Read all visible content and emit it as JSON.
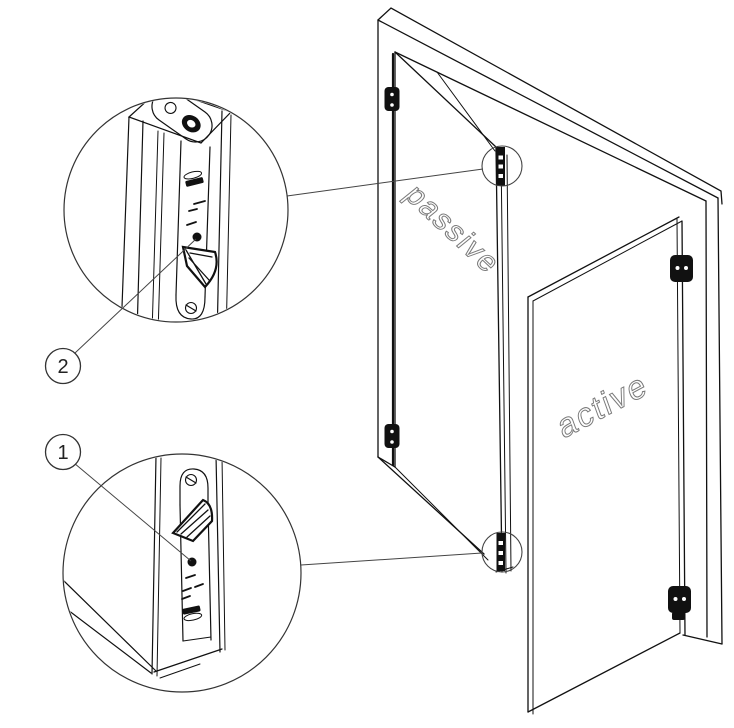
{
  "diagram": {
    "background": "#ffffff",
    "line_color": "#111111",
    "leader_color": "#444444",
    "label_outline_color": "#7a7a7a",
    "hinge_color": "#111111",
    "doors": {
      "passive_label": "passive",
      "active_label": "active"
    },
    "callouts": {
      "top_detail": {
        "number": "2"
      },
      "bottom_detail": {
        "number": "1"
      }
    }
  }
}
